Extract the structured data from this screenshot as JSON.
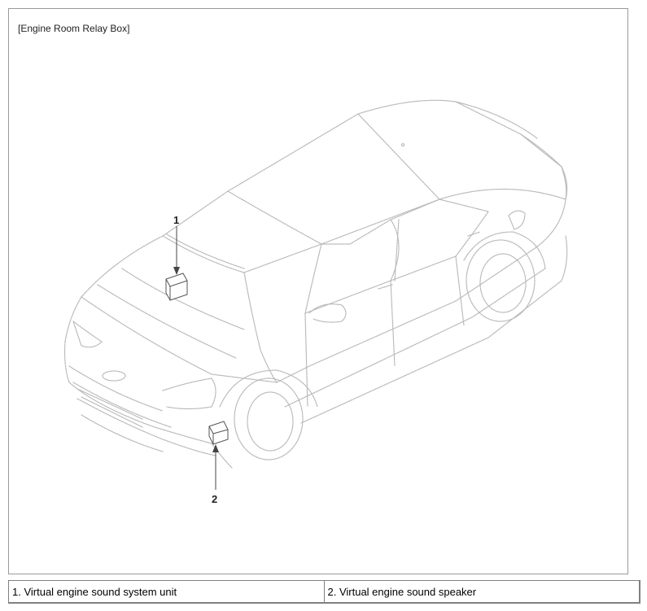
{
  "figure": {
    "caption": "[Engine Room Relay Box]",
    "callouts": [
      {
        "number": "1"
      },
      {
        "number": "2"
      }
    ]
  },
  "legend": [
    {
      "label": "1. Virtual engine sound system unit"
    },
    {
      "label": "2. Virtual engine sound speaker"
    }
  ]
}
